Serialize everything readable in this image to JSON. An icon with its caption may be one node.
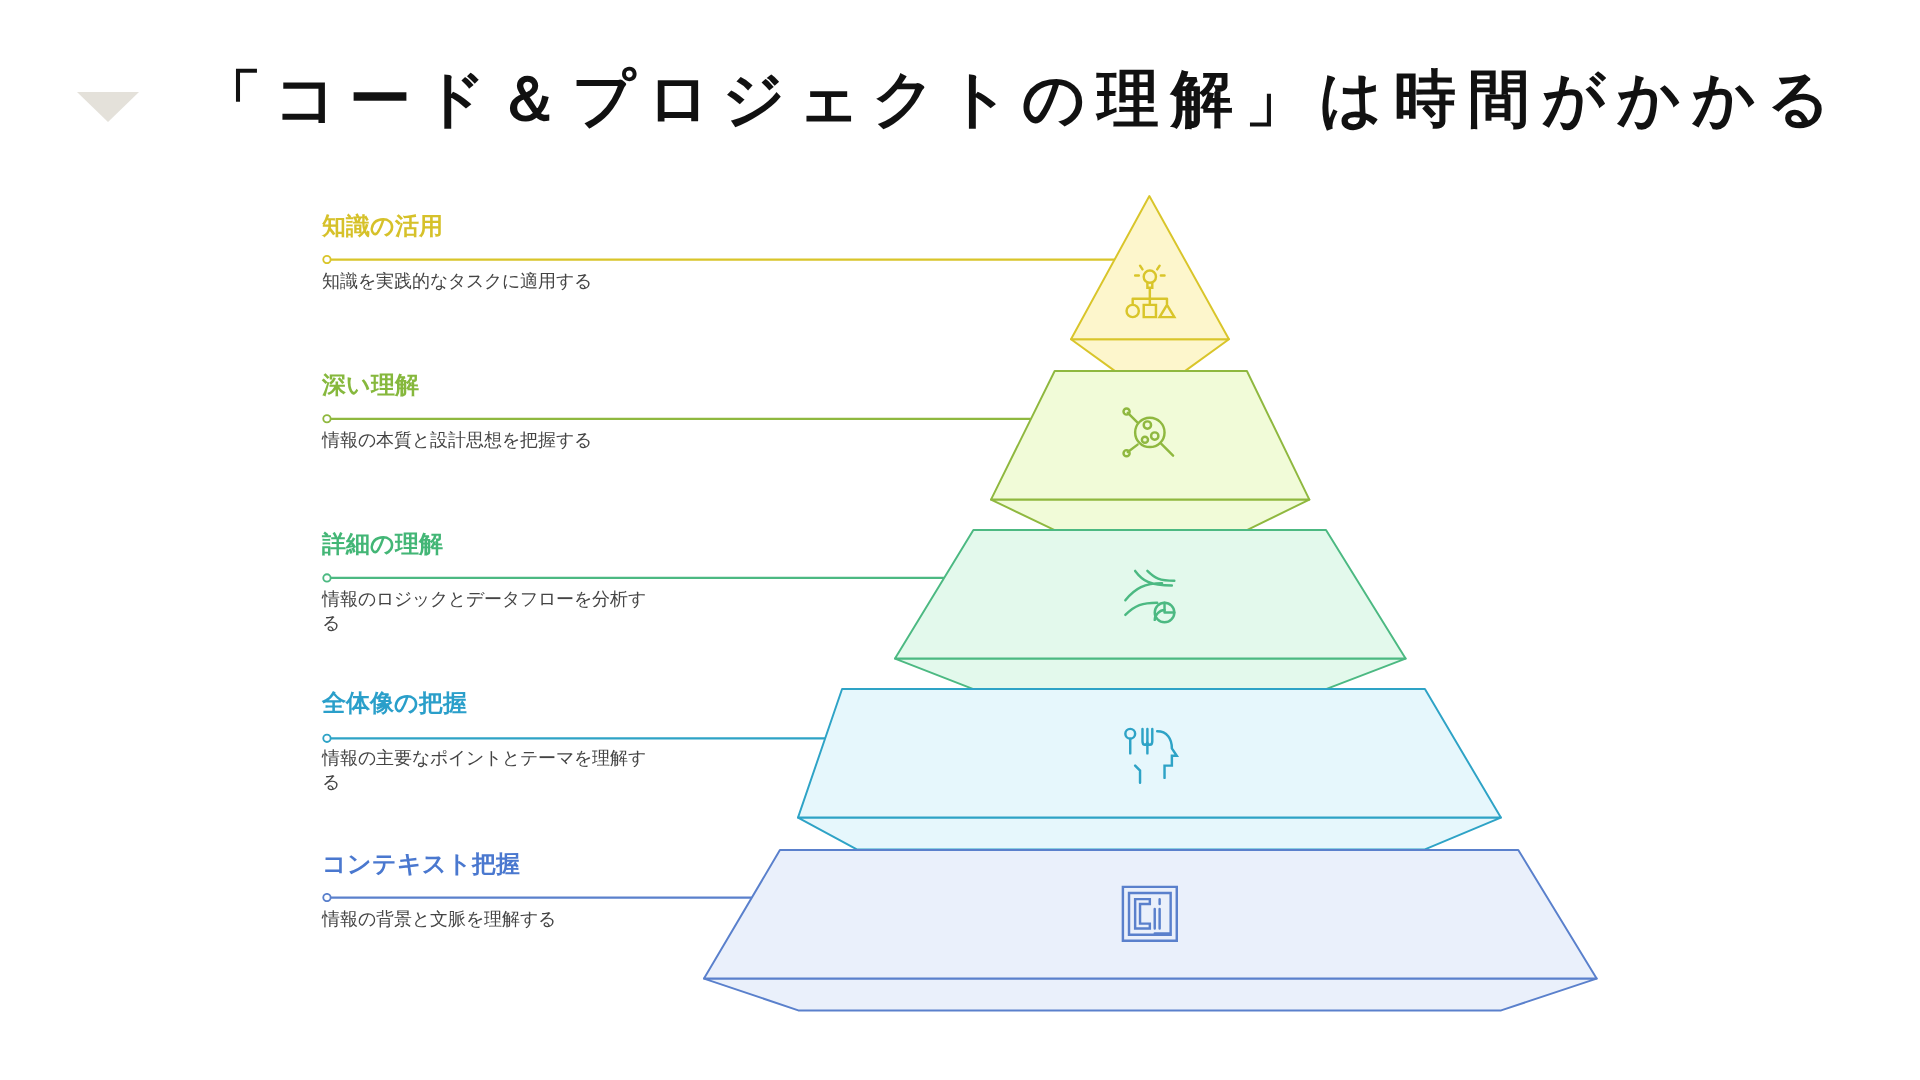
{
  "diagram": {
    "title": "「コード＆プロジェクトの理解」は時間がかかる",
    "nodes": [
      {
        "text": [
          "知識の活用",
          "知識を実践的なタスクに適用する"
        ]
      },
      {
        "text": [
          "深い理解",
          "情報の本質と設計思想を把握する"
        ]
      },
      {
        "text": [
          "詳細の理解",
          "情報のロジックとデータフローを分析する"
        ]
      },
      {
        "text": [
          "全体像の把握",
          "情報の主要なポイントとテーマを理解する"
        ]
      },
      {
        "text": [
          "コンテキスト把握",
          "情報の背景と文脈を理解する"
        ]
      },
      {
        "text": [],
        "shape": "triangle"
      },
      {
        "text": [],
        "shape": "trapezoid"
      },
      {
        "text": [],
        "shape": "trapezoid"
      },
      {
        "text": [],
        "shape": "trapezoid"
      },
      {
        "text": [],
        "shape": "trapezoid"
      }
    ],
    "edges": [
      {
        "from": 0,
        "to": 5,
        "arrow": "other",
        "color": "#d9c52a"
      },
      {
        "from": 1,
        "to": 6,
        "arrow": "other",
        "color": "#8fb83f"
      },
      {
        "from": 2,
        "to": 7,
        "arrow": "other",
        "color": "#4cb982"
      },
      {
        "from": 3,
        "to": 8,
        "arrow": "other",
        "color": "#2ea3c6"
      },
      {
        "from": 4,
        "to": 9,
        "arrow": "other",
        "color": "#5a80cc"
      }
    ]
  }
}
